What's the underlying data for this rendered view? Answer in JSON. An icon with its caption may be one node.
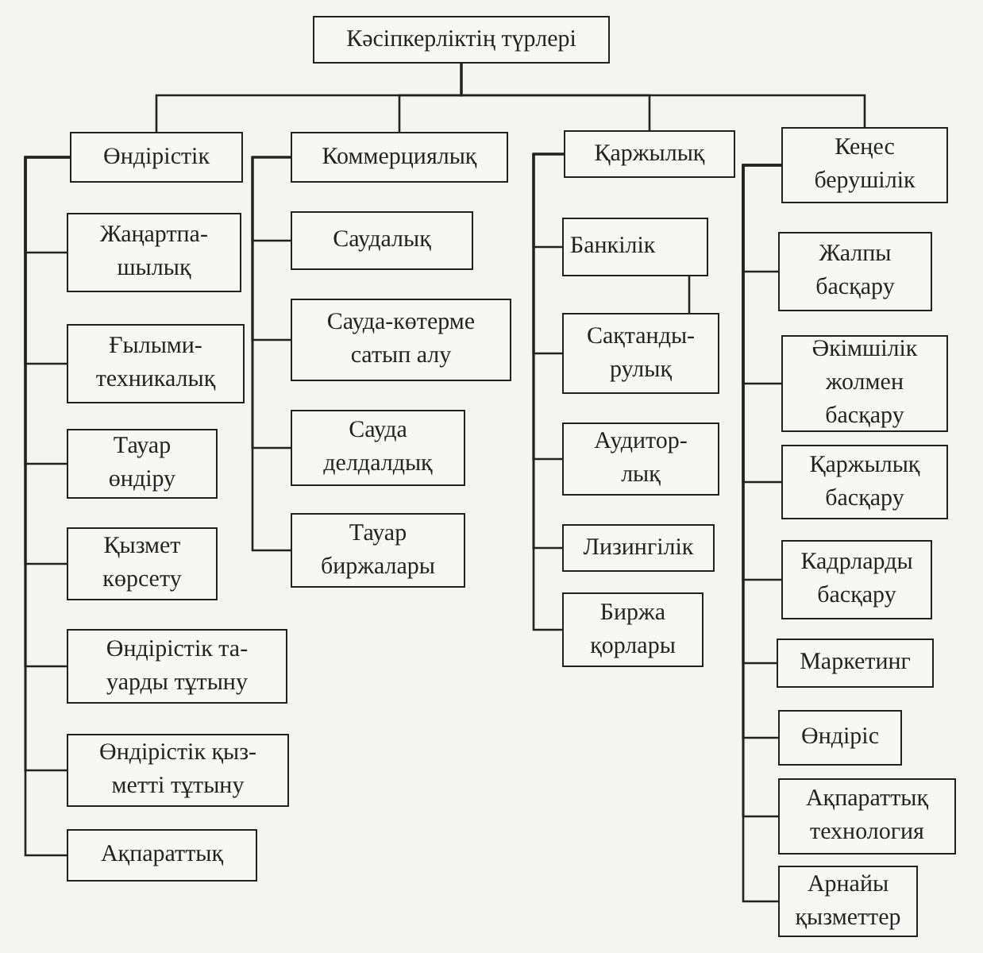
{
  "diagram": {
    "nodes": [
      {
        "text": [
          "Кәсіпкерліктің түрлері"
        ]
      },
      {
        "text": [
          "Өндірістік"
        ]
      },
      {
        "text": [
          "Коммерциялық"
        ]
      },
      {
        "text": [
          "Қаржылық"
        ]
      },
      {
        "text": [
          "Кеңес берушілік"
        ]
      },
      {
        "text": [
          "Жаңартпа-шылық"
        ]
      },
      {
        "text": [
          "Ғылыми-техникалық"
        ]
      },
      {
        "text": [
          "Тауар өндіру"
        ]
      },
      {
        "text": [
          "Қызмет көрсету"
        ]
      },
      {
        "text": [
          "Өндірістік та-уарды тұтыну"
        ]
      },
      {
        "text": [
          "Өндірістік қыз-метті тұтыну"
        ]
      },
      {
        "text": [
          "Ақпараттық"
        ]
      },
      {
        "text": [
          "Саудалық"
        ]
      },
      {
        "text": [
          "Сауда-көтерме сатып алу"
        ]
      },
      {
        "text": [
          "Сауда делдалдық"
        ]
      },
      {
        "text": [
          "Тауар биржалары"
        ]
      },
      {
        "text": [
          "Банкілік"
        ]
      },
      {
        "text": [
          "Сақтанды-рулық"
        ]
      },
      {
        "text": [
          "Аудитор-лық"
        ]
      },
      {
        "text": [
          "Лизингілік"
        ]
      },
      {
        "text": [
          "Биржа қорлары"
        ]
      },
      {
        "text": [
          "Жалпы басқару"
        ]
      },
      {
        "text": [
          "Әкімшілік жолмен басқару"
        ]
      },
      {
        "text": [
          "Қаржылық басқару"
        ]
      },
      {
        "text": [
          "Кадрларды басқару"
        ]
      },
      {
        "text": [
          "Маркетинг"
        ]
      },
      {
        "text": [
          "Өндіріс"
        ]
      },
      {
        "text": [
          "Ақпараттық технология"
        ]
      },
      {
        "text": [
          "Арнайы қызметтер"
        ]
      }
    ],
    "edges": [
      {
        "from": 0,
        "to": 1,
        "arrow": "none"
      },
      {
        "from": 0,
        "to": 2,
        "arrow": "none"
      },
      {
        "from": 0,
        "to": 3,
        "arrow": "none"
      },
      {
        "from": 0,
        "to": 4,
        "arrow": "none"
      },
      {
        "from": 1,
        "to": 5,
        "arrow": "none"
      },
      {
        "from": 1,
        "to": 6,
        "arrow": "none"
      },
      {
        "from": 1,
        "to": 7,
        "arrow": "none"
      },
      {
        "from": 1,
        "to": 8,
        "arrow": "none"
      },
      {
        "from": 1,
        "to": 9,
        "arrow": "none"
      },
      {
        "from": 1,
        "to": 10,
        "arrow": "none"
      },
      {
        "from": 1,
        "to": 11,
        "arrow": "none"
      },
      {
        "from": 2,
        "to": 12,
        "arrow": "none"
      },
      {
        "from": 2,
        "to": 13,
        "arrow": "none"
      },
      {
        "from": 2,
        "to": 14,
        "arrow": "none"
      },
      {
        "from": 2,
        "to": 15,
        "arrow": "none"
      },
      {
        "from": 3,
        "to": 16,
        "arrow": "none"
      },
      {
        "from": 3,
        "to": 17,
        "arrow": "none"
      },
      {
        "from": 3,
        "to": 18,
        "arrow": "none"
      },
      {
        "from": 3,
        "to": 19,
        "arrow": "none"
      },
      {
        "from": 3,
        "to": 20,
        "arrow": "none"
      },
      {
        "from": 16,
        "to": 17,
        "arrow": "none"
      },
      {
        "from": 4,
        "to": 21,
        "arrow": "none"
      },
      {
        "from": 4,
        "to": 22,
        "arrow": "none"
      },
      {
        "from": 4,
        "to": 23,
        "arrow": "none"
      },
      {
        "from": 4,
        "to": 24,
        "arrow": "none"
      },
      {
        "from": 4,
        "to": 25,
        "arrow": "none"
      },
      {
        "from": 4,
        "to": 26,
        "arrow": "none"
      },
      {
        "from": 4,
        "to": 27,
        "arrow": "none"
      },
      {
        "from": 4,
        "to": 28,
        "arrow": "none"
      }
    ]
  }
}
